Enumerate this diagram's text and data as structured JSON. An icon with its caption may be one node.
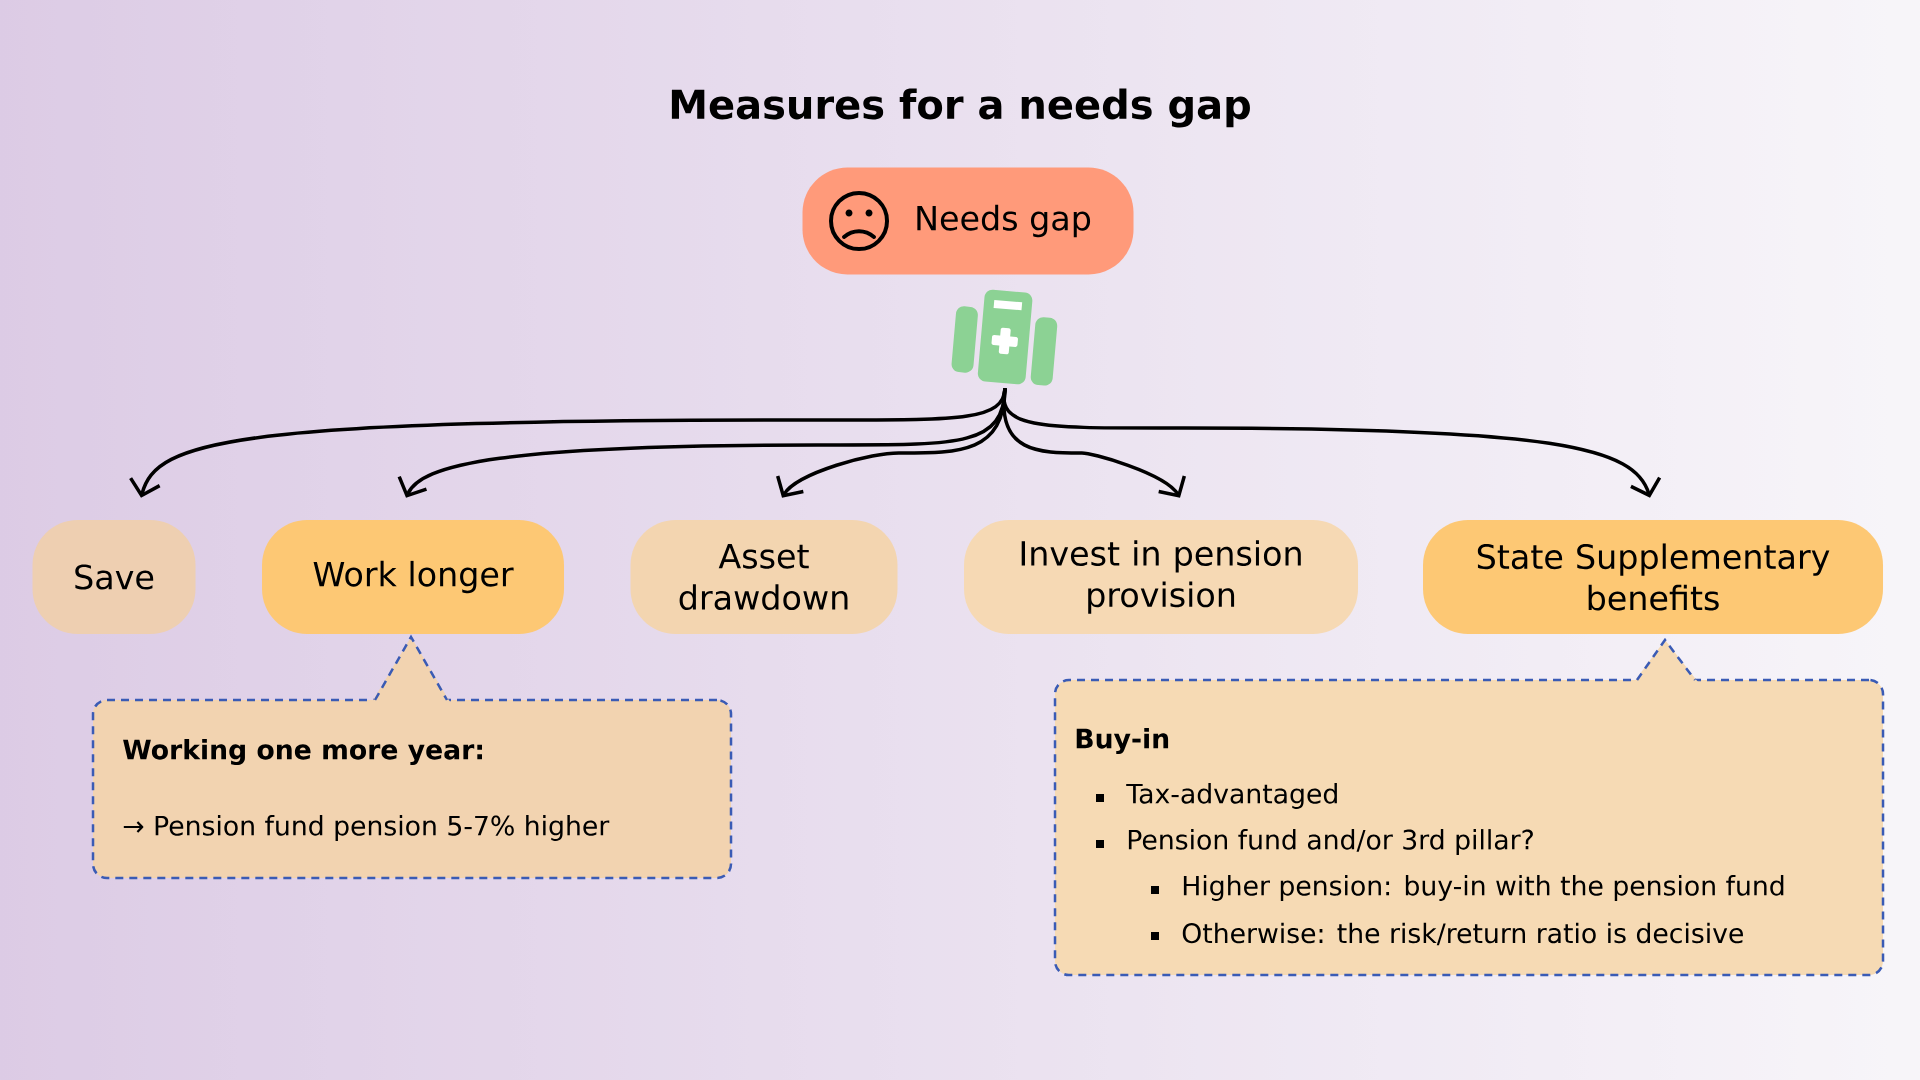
{
  "diagram": {
    "title": "Measures for a needs gap",
    "nodes": [
      {
        "text": [
          "Needs gap"
        ]
      },
      {
        "text": [],
        "shape": "picture"
      },
      {
        "text": [
          "Save"
        ]
      },
      {
        "text": [
          "Work longer"
        ]
      },
      {
        "text": [
          "Asset drawdown"
        ]
      },
      {
        "text": [
          "Invest in pension provision"
        ]
      },
      {
        "text": [
          "State Supplementary benefits"
        ]
      },
      {
        "text": [
          "Working one more year:",
          "→ Pension fund pension 5-7% higher"
        ]
      },
      {
        "text": [
          "Buy-in",
          "Tax-advantaged",
          "Pension fund and/or 3rd pillar?",
          "Higher pension: buy-in with the pension fund",
          "Otherwise: the risk/return ratio is decisive"
        ]
      }
    ],
    "edges": [
      {
        "from": 1,
        "to": 2,
        "arrow": "to"
      },
      {
        "from": 1,
        "to": 3,
        "arrow": "to"
      },
      {
        "from": 1,
        "to": 4,
        "arrow": "to"
      },
      {
        "from": 1,
        "to": 5,
        "arrow": "to"
      },
      {
        "from": 1,
        "to": 6,
        "arrow": "to"
      }
    ]
  }
}
